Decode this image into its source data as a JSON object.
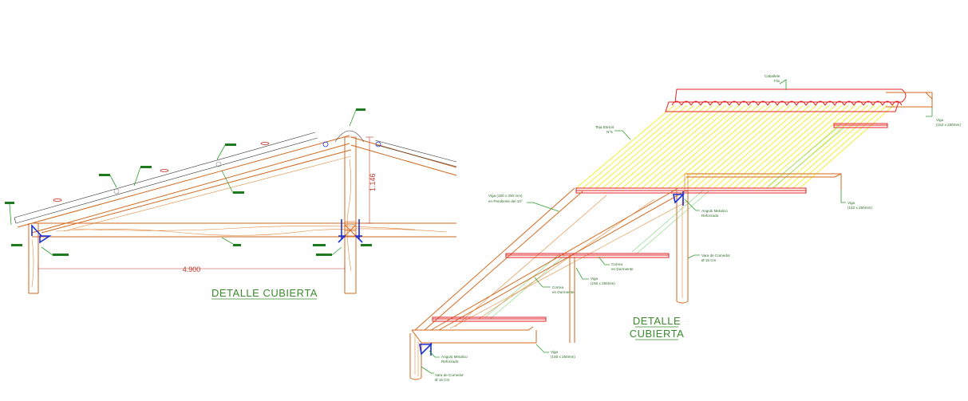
{
  "left_detail": {
    "title": "DETALLE CUBIERTA",
    "dim_span": "4.900",
    "dim_height": "1.146"
  },
  "right_detail": {
    "title_line1": "DETALLE",
    "title_line2": "CUBIERTA",
    "notes": {
      "caballete_1": "Caballete",
      "caballete_2": "Flix",
      "teja_1": "Teja Eternit",
      "teja_2": "N°6",
      "viga_top_1": "Viga",
      "viga_top_2": "(152 x 250mm)",
      "viga_pend_1": "Viga (150 x 250 mm)",
      "viga_pend_2": "en Pendiente del 10°",
      "viga_mid_1": "Viga",
      "viga_mid_2": "(152 x 250mm)",
      "angulo_top_1": "Angulo Metalico",
      "angulo_top_2": "Reforzado",
      "vara_top_1": "Vara de Comedor",
      "vara_top_2": "Ø 15 Cm",
      "correa_1_1": "Correa",
      "correa_1_2": "en Durmiente",
      "viga_center_1": "Viga",
      "viga_center_2": "(150 x 250mm)",
      "correa_2_1": "Correa",
      "correa_2_2": "en Durmiente",
      "viga_bottom_1": "Viga",
      "viga_bottom_2": "(150 x 250mm)",
      "angulo_bottom_1": "Angulo Metalico",
      "angulo_bottom_2": "Reforzado",
      "vara_bottom_1": "Vara de Comedor",
      "vara_bottom_2": "Ø 15 Cm"
    }
  },
  "colors": {
    "wood": "#d2691e",
    "label_green": "#2d6e25",
    "roof_tile": "#f2ee3a",
    "ridge_red": "#e02020",
    "bracket_blue": "#1a2fd6",
    "dimension_red": "#c0392b"
  }
}
